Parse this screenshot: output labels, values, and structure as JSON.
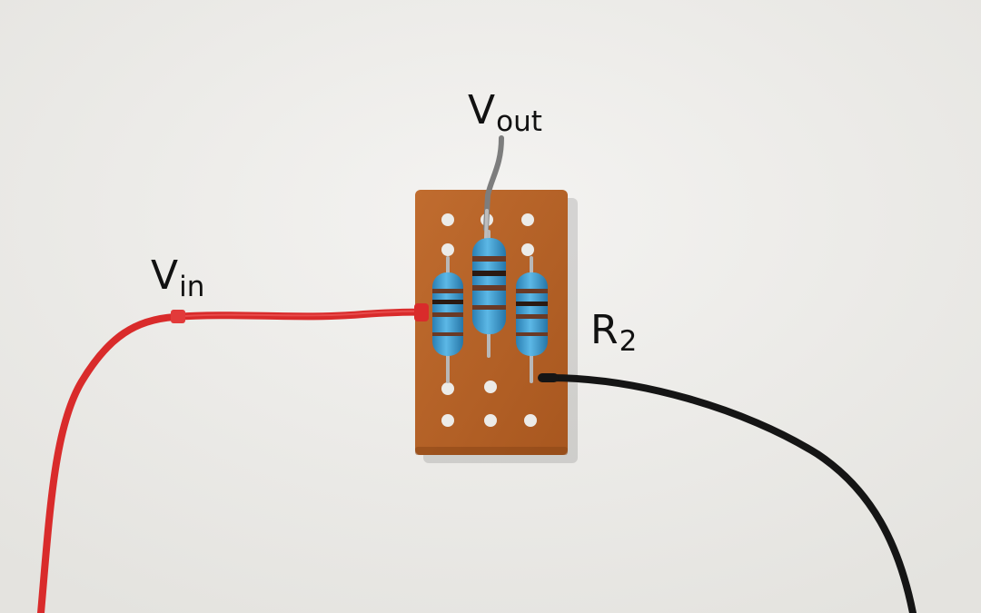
{
  "labels": {
    "vout": {
      "main": "V",
      "sub": "out"
    },
    "vin": {
      "main": "V",
      "sub": "in"
    },
    "r2": {
      "main": "R",
      "sub": "2"
    }
  },
  "colors": {
    "background": "#ecebe8",
    "board": "#b8642a",
    "resistor_body": "#3b9bd0",
    "band": "#6a3a26",
    "wire_red": "#d92b2b",
    "wire_black": "#151515",
    "wire_grey": "#7d7d7d"
  }
}
